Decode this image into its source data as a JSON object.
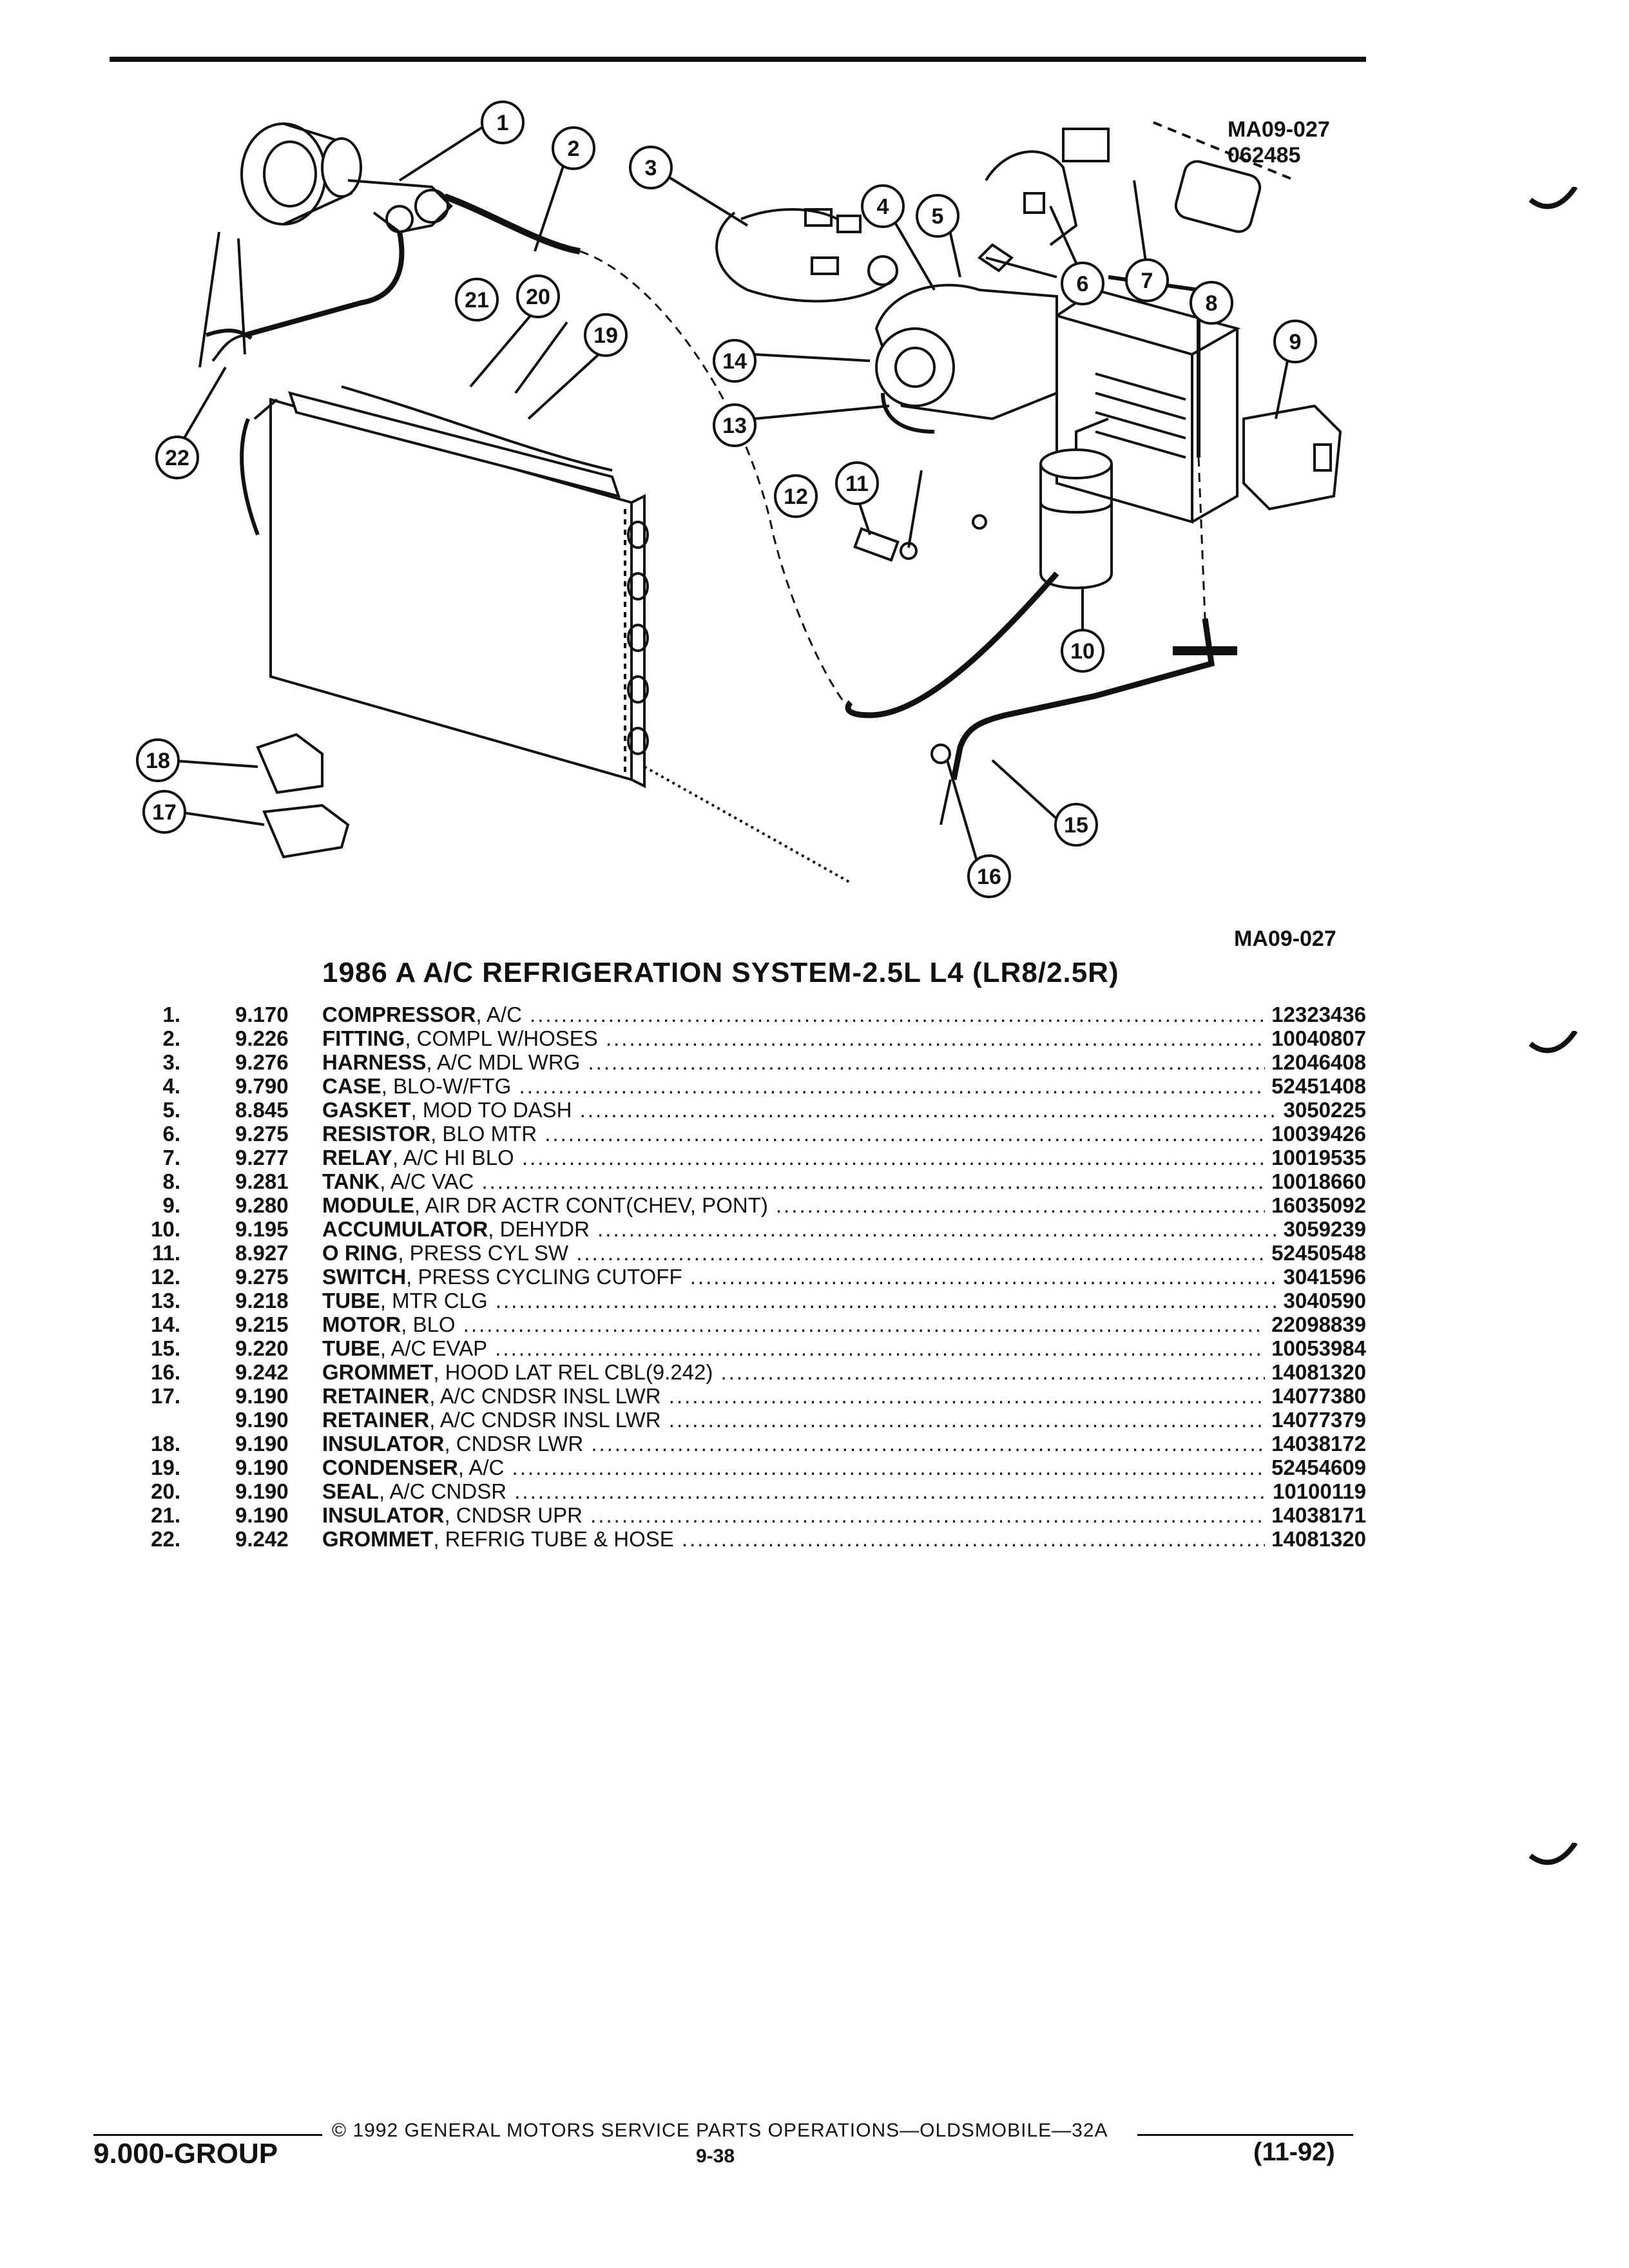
{
  "figure": {
    "id_top": "MA09-027",
    "id_sub": "062485",
    "id_bottom": "MA09-027",
    "callouts": [
      "1",
      "2",
      "3",
      "4",
      "5",
      "6",
      "7",
      "8",
      "9",
      "10",
      "11",
      "12",
      "13",
      "14",
      "15",
      "16",
      "17",
      "18",
      "19",
      "20",
      "21",
      "22"
    ]
  },
  "title": "1986 A A/C REFRIGERATION SYSTEM-2.5L L4 (LR8/2.5R)",
  "parts": [
    {
      "num": "1.",
      "group": "9.170",
      "name": "COMPRESSOR",
      "detail": ", A/C",
      "part": "12323436"
    },
    {
      "num": "2.",
      "group": "9.226",
      "name": "FITTING",
      "detail": ", COMPL W/HOSES",
      "part": "10040807"
    },
    {
      "num": "3.",
      "group": "9.276",
      "name": "HARNESS",
      "detail": ", A/C MDL WRG",
      "part": "12046408"
    },
    {
      "num": "4.",
      "group": "9.790",
      "name": "CASE",
      "detail": ", BLO-W/FTG",
      "part": "52451408"
    },
    {
      "num": "5.",
      "group": "8.845",
      "name": "GASKET",
      "detail": ", MOD TO DASH",
      "part": "3050225"
    },
    {
      "num": "6.",
      "group": "9.275",
      "name": "RESISTOR",
      "detail": ", BLO MTR",
      "part": "10039426"
    },
    {
      "num": "7.",
      "group": "9.277",
      "name": "RELAY",
      "detail": ", A/C HI BLO",
      "part": "10019535"
    },
    {
      "num": "8.",
      "group": "9.281",
      "name": "TANK",
      "detail": ", A/C VAC",
      "part": "10018660"
    },
    {
      "num": "9.",
      "group": "9.280",
      "name": "MODULE",
      "detail": ", AIR DR ACTR CONT(CHEV, PONT)",
      "part": "16035092"
    },
    {
      "num": "10.",
      "group": "9.195",
      "name": "ACCUMULATOR",
      "detail": ", DEHYDR",
      "part": "3059239"
    },
    {
      "num": "11.",
      "group": "8.927",
      "name": "O RING",
      "detail": ", PRESS CYL SW",
      "part": "52450548"
    },
    {
      "num": "12.",
      "group": "9.275",
      "name": "SWITCH",
      "detail": ", PRESS CYCLING CUTOFF",
      "part": "3041596"
    },
    {
      "num": "13.",
      "group": "9.218",
      "name": "TUBE",
      "detail": ", MTR CLG",
      "part": "3040590"
    },
    {
      "num": "14.",
      "group": "9.215",
      "name": "MOTOR",
      "detail": ", BLO",
      "part": "22098839"
    },
    {
      "num": "15.",
      "group": "9.220",
      "name": "TUBE",
      "detail": ", A/C EVAP",
      "part": "10053984"
    },
    {
      "num": "16.",
      "group": "9.242",
      "name": "GROMMET",
      "detail": ", HOOD LAT REL CBL(9.242)",
      "part": "14081320"
    },
    {
      "num": "17.",
      "group": "9.190",
      "name": "RETAINER",
      "detail": ", A/C CNDSR INSL LWR",
      "part": "14077380"
    },
    {
      "num": "",
      "group": "9.190",
      "name": "RETAINER",
      "detail": ", A/C CNDSR INSL LWR",
      "part": "14077379"
    },
    {
      "num": "18.",
      "group": "9.190",
      "name": "INSULATOR",
      "detail": ", CNDSR LWR",
      "part": "14038172"
    },
    {
      "num": "19.",
      "group": "9.190",
      "name": "CONDENSER",
      "detail": ", A/C",
      "part": "52454609"
    },
    {
      "num": "20.",
      "group": "9.190",
      "name": "SEAL",
      "detail": ", A/C CNDSR",
      "part": "10100119"
    },
    {
      "num": "21.",
      "group": "9.190",
      "name": "INSULATOR",
      "detail": ", CNDSR UPR",
      "part": "14038171"
    },
    {
      "num": "22.",
      "group": "9.242",
      "name": "GROMMET",
      "detail": ", REFRIG TUBE & HOSE",
      "part": "14081320"
    }
  ],
  "footer": {
    "group": "9.000-GROUP",
    "copyright": "© 1992 GENERAL MOTORS SERVICE PARTS OPERATIONS—OLDSMOBILE—32A",
    "page": "9-38",
    "date": "(11-92)"
  }
}
